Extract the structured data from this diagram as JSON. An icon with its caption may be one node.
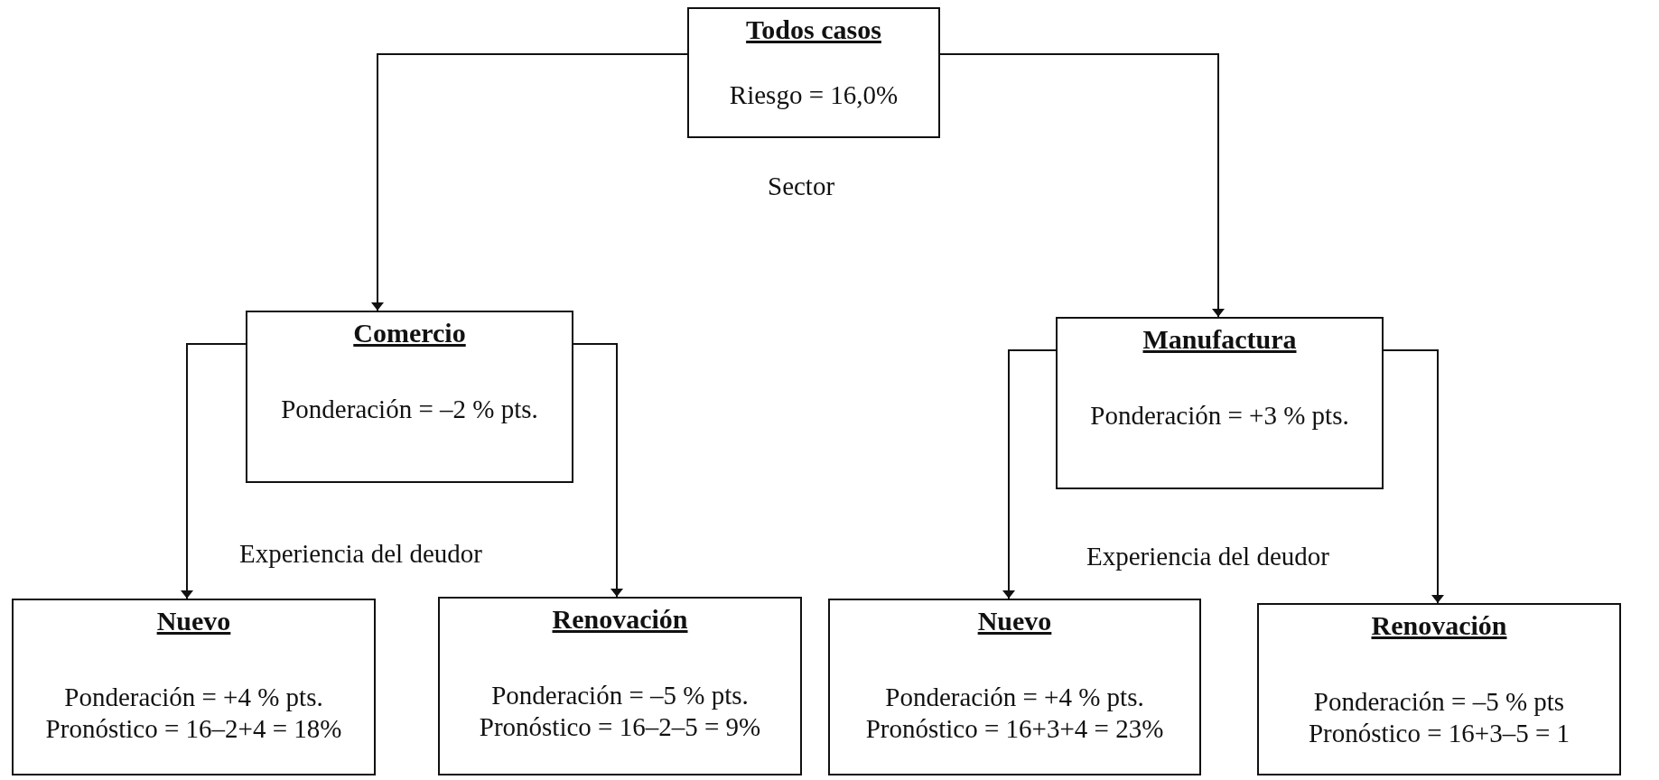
{
  "diagram": {
    "nodes": [
      {
        "text": [
          "Todos casos",
          "Riesgo = 16,0%"
        ]
      },
      {
        "text": [
          "Comercio",
          "Ponderación = –2 % pts."
        ]
      },
      {
        "text": [
          "Manufactura",
          "Ponderación = +3 % pts."
        ]
      },
      {
        "text": [
          "Nuevo",
          "Ponderación = +4 % pts.",
          "Pronóstico = 16–2+4 = 18%"
        ]
      },
      {
        "text": [
          "Renovación",
          "Ponderación = –5 % pts.",
          "Pronóstico = 16–2–5 = 9%"
        ]
      },
      {
        "text": [
          "Nuevo",
          "Ponderación = +4 % pts.",
          "Pronóstico = 16+3+4 = 23%"
        ]
      },
      {
        "text": [
          "Renovación",
          "Ponderación = –5 % pts",
          "Pronóstico = 16+3–5 = 1"
        ]
      }
    ],
    "edges": [
      {
        "from": 0,
        "to": 1,
        "arrow": "to"
      },
      {
        "from": 0,
        "to": 2,
        "arrow": "to"
      },
      {
        "from": 1,
        "to": 3,
        "arrow": "to"
      },
      {
        "from": 1,
        "to": 4,
        "arrow": "to"
      },
      {
        "from": 2,
        "to": 5,
        "arrow": "to"
      },
      {
        "from": 2,
        "to": 6,
        "arrow": "to"
      }
    ],
    "labels": [
      "Sector",
      "Experiencia del deudor",
      "Experiencia del deudor"
    ]
  }
}
